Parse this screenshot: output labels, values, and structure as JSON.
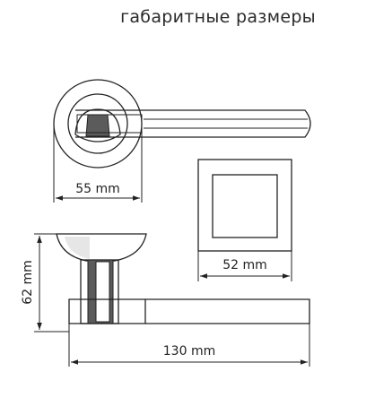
{
  "title": "габаритные размеры",
  "dimensions": {
    "rosette_diameter": "55 mm",
    "square_rosette_width": "52 mm",
    "height": "62 mm",
    "length": "130 mm"
  }
}
